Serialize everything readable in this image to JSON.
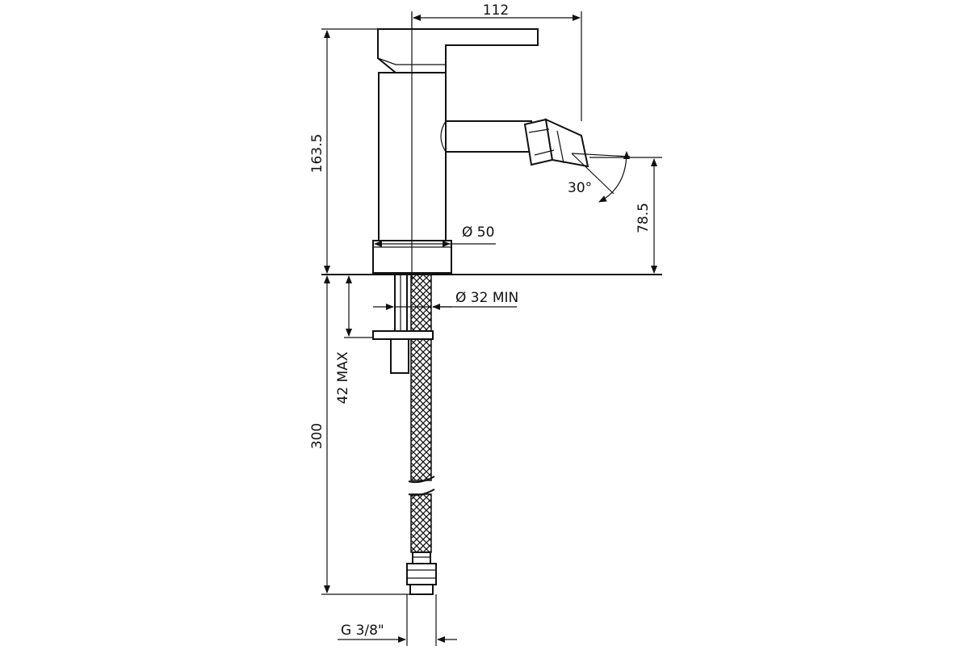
{
  "dimensions": {
    "width_top": "112",
    "height_total": "163.5",
    "spout_height": "78.5",
    "base_diameter": "Ø 50",
    "hole_min": "Ø 32 MIN",
    "deck_max": "42 MAX",
    "hose_length": "300",
    "thread": "G 3/8\"",
    "spray_angle": "30°"
  }
}
